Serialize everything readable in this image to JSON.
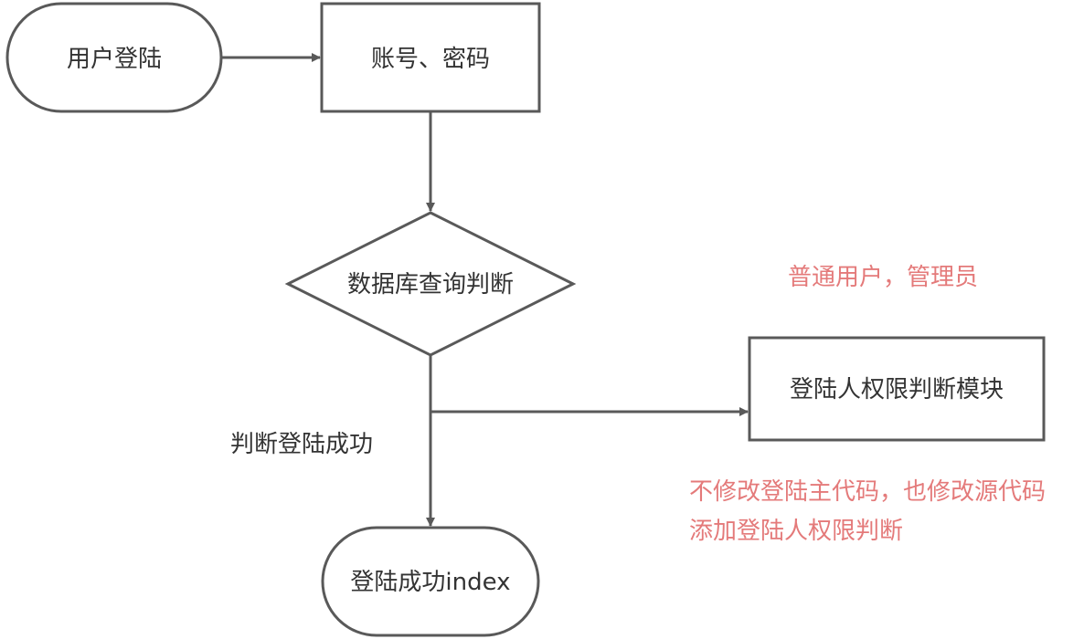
{
  "nodes": {
    "start": "用户登陆",
    "credentials": "账号、密码",
    "db_check": "数据库查询判断",
    "permission_module": "登陆人权限判断模块",
    "success": "登陆成功index"
  },
  "edge_labels": {
    "login_success": "判断登陆成功"
  },
  "notes": {
    "user_types": "普通用户，管理员",
    "approach_line1": "不修改登陆主代码，也修改源代码",
    "approach_line2": "添加登陆人权限判断"
  },
  "colors": {
    "stroke": "#595959",
    "text": "#333333",
    "note": "#e47a7a"
  }
}
